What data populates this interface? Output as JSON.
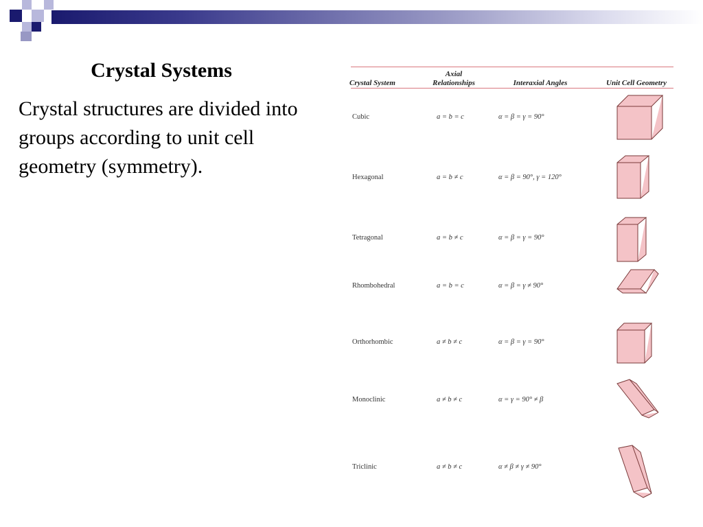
{
  "slide": {
    "title": "Crystal Systems",
    "body": "Crystal structures are divided into groups according to unit cell geometry (symmetry)."
  },
  "table": {
    "headers": {
      "system": "Crystal System",
      "axial_line1": "Axial",
      "axial_line2": "Relationships",
      "angles": "Interaxial Angles",
      "geometry": "Unit Cell Geometry"
    },
    "rows": [
      {
        "system": "Cubic",
        "axial": "a = b = c",
        "angles": "α = β = γ = 90°"
      },
      {
        "system": "Hexagonal",
        "axial": "a = b ≠ c",
        "angles": "α = β = 90°, γ = 120°"
      },
      {
        "system": "Tetragonal",
        "axial": "a = b ≠ c",
        "angles": "α = β = γ = 90°"
      },
      {
        "system": "Rhombohedral",
        "axial": "a = b = c",
        "angles": "α = β = γ ≠ 90°"
      },
      {
        "system": "Orthorhombic",
        "axial": "a ≠ b ≠ c",
        "angles": "α = β = γ = 90°"
      },
      {
        "system": "Monoclinic",
        "axial": "a ≠ b ≠ c",
        "angles": "α = γ = 90° ≠ β"
      },
      {
        "system": "Triclinic",
        "axial": "a ≠ b ≠ c",
        "angles": "α ≠ β ≠ γ ≠ 90°"
      }
    ]
  },
  "colors": {
    "accent_navy": "#1a1a6e",
    "accent_light": "#9898c4",
    "cell_fill": "#f2b8bd",
    "cell_stroke": "#7a3a3a",
    "rule": "#d9777e"
  }
}
